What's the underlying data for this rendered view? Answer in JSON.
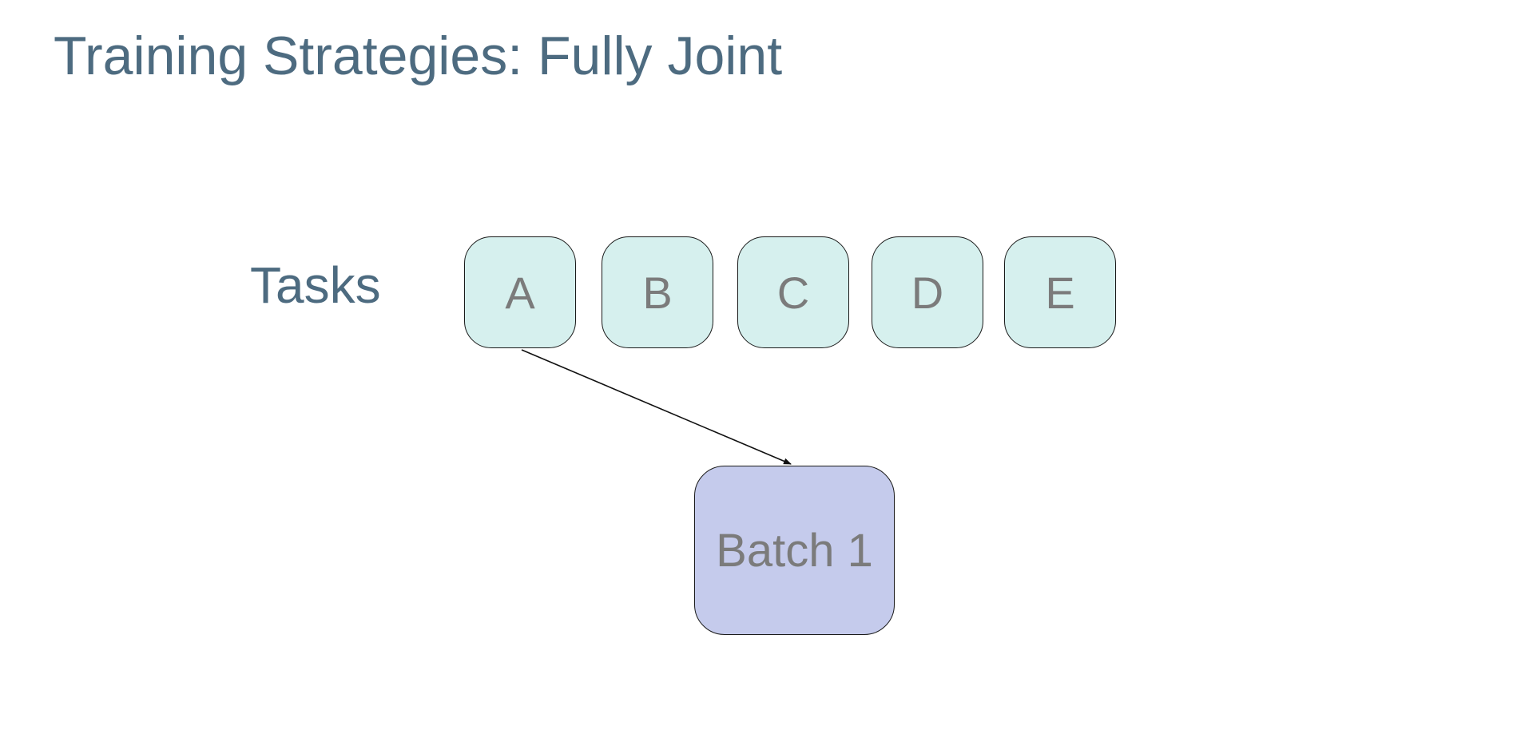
{
  "title": "Training Strategies: Fully Joint",
  "tasks_label": "Tasks",
  "tasks": [
    "A",
    "B",
    "C",
    "D",
    "E"
  ],
  "batch_label": "Batch 1",
  "colors": {
    "title": "#4d6b80",
    "task_fill": "#d6f0ee",
    "batch_fill": "#c5cbec",
    "box_text": "#7b7b7b"
  }
}
